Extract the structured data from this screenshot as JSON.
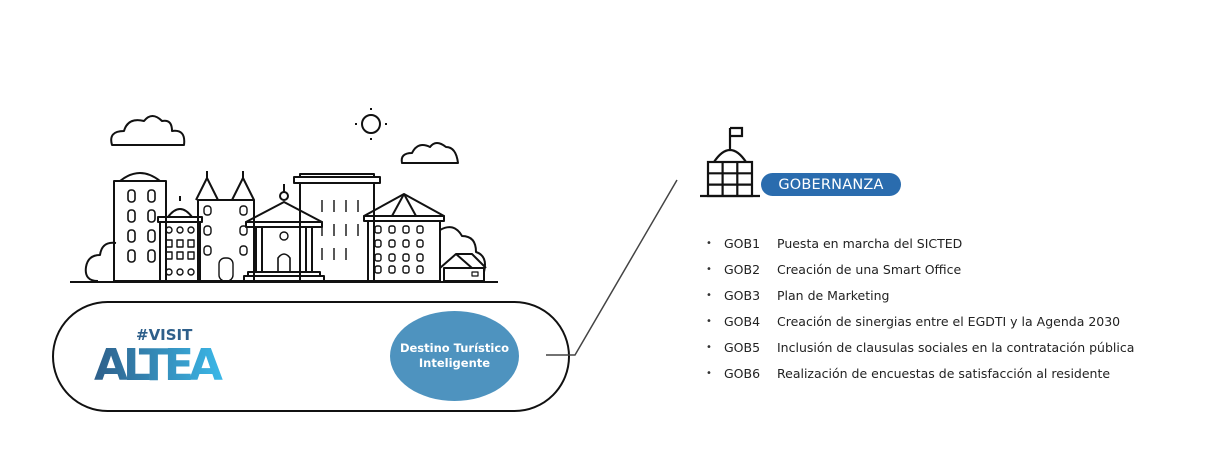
{
  "logo": {
    "hashtag_text": "#VISIT",
    "name_text": "ALTEA",
    "colors": {
      "dark": "#2e5f8a",
      "light": "#3bb8e8"
    }
  },
  "center_badge": {
    "line1": "Destino Turístico",
    "line2": "Inteligente",
    "color": "#4e93bf"
  },
  "section": {
    "icon": "government-building-icon",
    "title": "GOBERNANZA",
    "badge_color": "#2a6cae"
  },
  "items": [
    {
      "bullet": "•",
      "code": "GOB1",
      "text": "Puesta en marcha del SICTED"
    },
    {
      "bullet": "•",
      "code": "GOB2",
      "text": "Creación de una Smart Office"
    },
    {
      "bullet": "•",
      "code": "GOB3",
      "text": "Plan de Marketing"
    },
    {
      "bullet": "•",
      "code": "GOB4",
      "text": "Creación de sinergias entre el EGDTI y la Agenda 2030"
    },
    {
      "bullet": "•",
      "code": "GOB5",
      "text": "Inclusión de clausulas sociales en la contratación pública"
    },
    {
      "bullet": "•",
      "code": "GOB6",
      "text": "Realización de encuestas de satisfacción al residente"
    }
  ]
}
